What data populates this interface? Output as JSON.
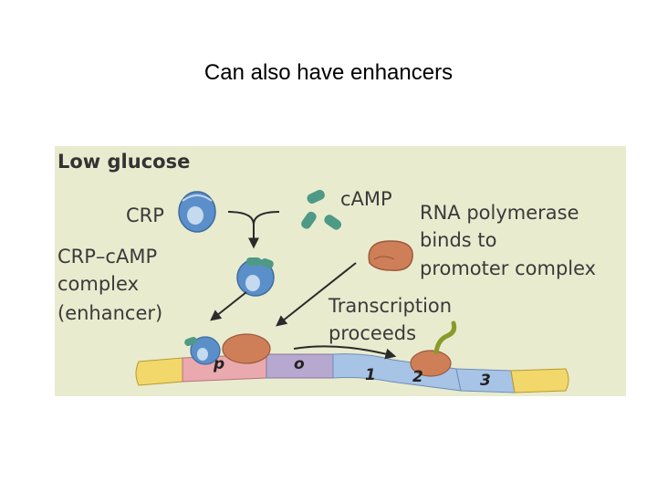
{
  "slide": {
    "title": "Can also have enhancers"
  },
  "figure": {
    "heading": "Low glucose",
    "labels": {
      "crp": "CRP",
      "camp": "cAMP",
      "complex_line1": "CRP–cAMP",
      "complex_line2": "complex",
      "complex_line3": "(enhancer)",
      "rnap_line1": "RNA polymerase",
      "rnap_line2": "binds to",
      "rnap_line3": "promoter complex",
      "transcription_line1": "Transcription",
      "transcription_line2": "proceeds"
    },
    "dna_segments": {
      "promoter": "p",
      "operator": "o",
      "gene1": "1",
      "gene2": "2",
      "gene3": "3"
    },
    "colors": {
      "background": "#e9ebcf",
      "crp_protein": "#5b8fc9",
      "camp": "#4e9a86",
      "polymerase": "#cf7f58",
      "mrna": "#8a9a2a",
      "dna_yellow": "#f2d86a",
      "dna_pink": "#e9a9ae",
      "dna_purple": "#b7a8cf",
      "dna_blue": "#a7c3e6",
      "arrow": "#2b2b2b"
    }
  }
}
